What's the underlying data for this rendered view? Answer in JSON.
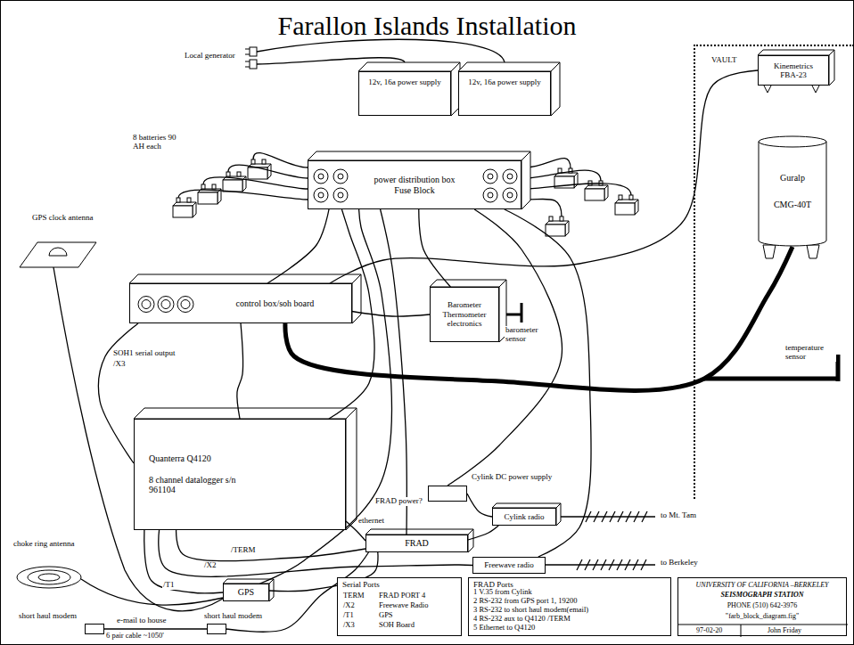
{
  "diagram": {
    "title": "Farallon Islands Installation",
    "nodes": [
      {
        "text": [
          "12v, 16a power supply"
        ]
      },
      {
        "text": [
          "12v, 16a power supply"
        ]
      },
      {
        "text": [
          "power distribution box Fuse Block"
        ]
      },
      {
        "text": [
          "VAULT"
        ]
      },
      {
        "text": [
          "Kinemetrics FBA-23"
        ],
        "in": 3
      },
      {
        "text": [
          "Guralp CMG-40T"
        ],
        "in": 3
      },
      {
        "text": [
          "control box/soh board"
        ]
      },
      {
        "text": [
          "Barometer Thermometer electronics"
        ]
      },
      {
        "text": [
          "Quanterra Q4120",
          "8 channel datalogger s/n 961104"
        ]
      },
      {
        "text": [
          "Cylink DC power supply"
        ]
      },
      {
        "text": [
          "Cylink radio"
        ]
      },
      {
        "text": [
          "FRAD"
        ]
      },
      {
        "text": [
          "Freewave radio"
        ]
      },
      {
        "text": [
          "GPS"
        ]
      },
      {
        "text": [
          "short haul modem"
        ]
      },
      {
        "text": [
          "short haul modem"
        ]
      },
      {
        "text": [
          "Serial Ports"
        ]
      },
      {
        "text": [
          "FRAD Ports"
        ]
      },
      {
        "text": [
          "UNIVERSITY OF CALIFORNIA –BERKELEY",
          "SEISMOGRAPH STATION",
          "PHONE (510) 642-3976",
          "\"farb_block_diagram.fig\"",
          "97-02-20",
          "John Friday"
        ]
      }
    ],
    "edges": [
      {
        "from": 2,
        "to": 6,
        "arrow": "none"
      },
      {
        "from": 2,
        "to": 8,
        "arrow": "none"
      },
      {
        "from": 2,
        "to": 13,
        "arrow": "none"
      },
      {
        "from": 2,
        "to": 11,
        "label": "FRAD power?",
        "arrow": "none"
      },
      {
        "from": 2,
        "to": 7,
        "arrow": "none"
      },
      {
        "from": 2,
        "to": 9,
        "arrow": "none"
      },
      {
        "from": 2,
        "to": 12,
        "arrow": "none"
      },
      {
        "from": 6,
        "to": 8,
        "arrow": "none"
      },
      {
        "from": 6,
        "to": 7,
        "arrow": "none"
      },
      {
        "from": 6,
        "to": 5,
        "arrow": "none"
      },
      {
        "from": 6,
        "to": 4,
        "arrow": "none"
      },
      {
        "from": 8,
        "to": 11,
        "label": "ethernet",
        "arrow": "none"
      },
      {
        "from": 8,
        "to": 11,
        "label": "/TERM",
        "arrow": "none"
      },
      {
        "from": 8,
        "to": 12,
        "label": "/X2",
        "arrow": "none"
      },
      {
        "from": 8,
        "to": 13,
        "label": "/T1",
        "arrow": "none"
      },
      {
        "from": 9,
        "to": 10,
        "arrow": "none"
      },
      {
        "from": 11,
        "to": 10,
        "arrow": "none"
      },
      {
        "from": 14,
        "to": 15,
        "label": "e-mail to house",
        "arrow": "none"
      },
      {
        "from": 13,
        "to": 11,
        "arrow": "none"
      },
      {
        "from": 15,
        "to": 11,
        "arrow": "none"
      },
      {
        "from": 6,
        "to": 8,
        "arrow": "none"
      }
    ],
    "labels": [
      "Local generator",
      "8 batteries 90 AH each",
      "GPS clock antenna",
      "barometer sensor",
      "temperature sensor",
      "SOH1 serial output",
      "/X3",
      "choke ring antenna",
      "to Mt. Tam",
      "to Berkeley",
      "6 pair cable ~1050'",
      "TERM",
      "FRAD PORT 4",
      "/X2",
      "Freewave Radio",
      "/T1",
      "GPS",
      "/X3",
      "SOH Board",
      "1 V.35 from Cylink",
      "2 RS-232 from GPS port 1, 19200",
      "3 RS-232 to short haul modem(email)",
      "4 RS-232 aux to Q4120 /TERM",
      "5 Ethernet to Q4120"
    ]
  }
}
